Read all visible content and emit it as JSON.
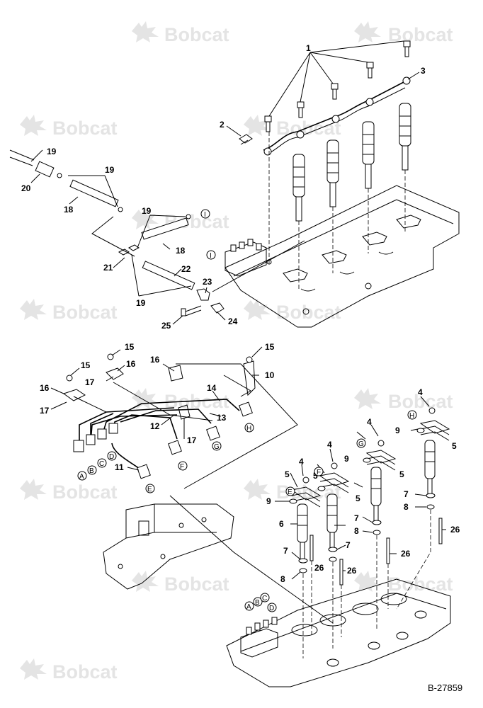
{
  "watermark": {
    "text": "Bobcat",
    "color": "#e4e4e4",
    "icon": "bobcat-logo-icon"
  },
  "figure_ref": "B-27859",
  "callouts": [
    "1",
    "2",
    "3",
    "4",
    "5",
    "6",
    "7",
    "8",
    "9",
    "10",
    "11",
    "12",
    "13",
    "14",
    "15",
    "16",
    "17",
    "18",
    "19",
    "20",
    "21",
    "22",
    "23",
    "24",
    "25",
    "26"
  ],
  "letters": [
    "A",
    "B",
    "C",
    "D",
    "E",
    "F",
    "G",
    "H",
    "I"
  ]
}
